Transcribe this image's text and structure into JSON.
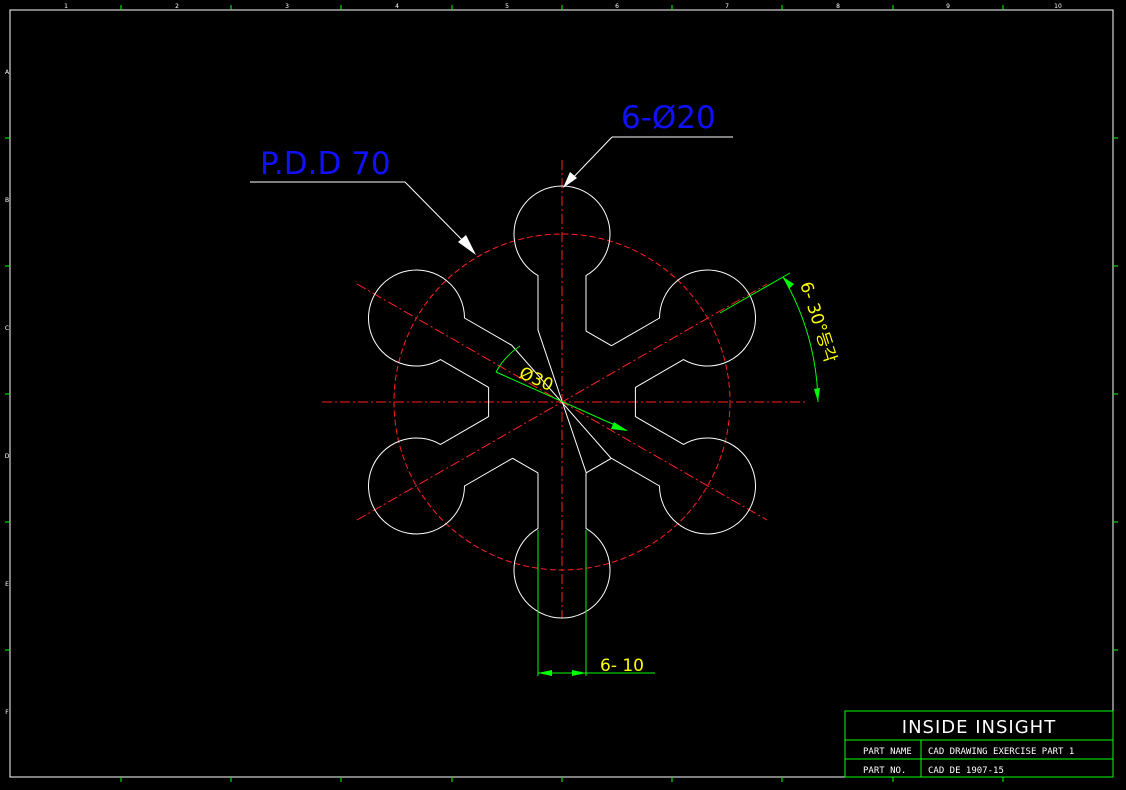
{
  "frame": {
    "col_labels": [
      "1",
      "2",
      "3",
      "4",
      "5",
      "6",
      "7",
      "8",
      "9",
      "10"
    ],
    "row_labels": [
      "A",
      "B",
      "C",
      "D",
      "E",
      "F"
    ]
  },
  "annotations": {
    "pdd": "P.D.D 70",
    "holes": "6-Ø20",
    "center_dia": "Ø30",
    "angle": "6- 30°등각",
    "slot_width": "6- 10"
  },
  "title_block": {
    "company": "INSIDE INSIGHT",
    "part_name_label": "PART NAME",
    "part_name_value": "CAD DRAWING EXERCISE PART 1",
    "part_no_label": "PART NO.",
    "part_no_value": "CAD DE 1907-15"
  },
  "colors": {
    "geometry": "#ffffff",
    "centerline": "#ff2020",
    "dimension": "#00ff00",
    "dim_text": "#ffff00",
    "callout_text": "#1010ff",
    "frame": "#ffffff",
    "title_block": "#00ff00"
  }
}
